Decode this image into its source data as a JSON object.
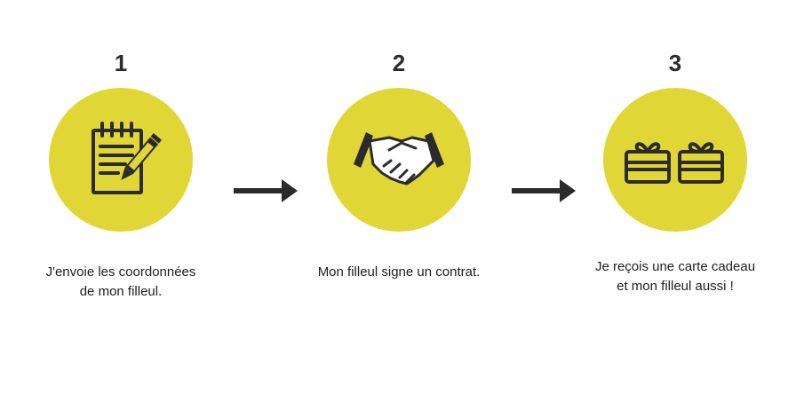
{
  "steps": [
    {
      "number": "1",
      "icon": "notepad-pencil-icon",
      "caption_line1": "J'envoie les coordonnées",
      "caption_line2": "de mon filleul."
    },
    {
      "number": "2",
      "icon": "handshake-icon",
      "caption_line1": "Mon filleul signe un contrat.",
      "caption_line2": ""
    },
    {
      "number": "3",
      "icon": "gift-cards-icon",
      "caption_line1": "Je reçois une carte cadeau",
      "caption_line2": "et mon filleul aussi !"
    }
  ],
  "colors": {
    "circle": "#e0d737",
    "icon": "#2b2b2b",
    "arrow": "#2b2b2b"
  }
}
